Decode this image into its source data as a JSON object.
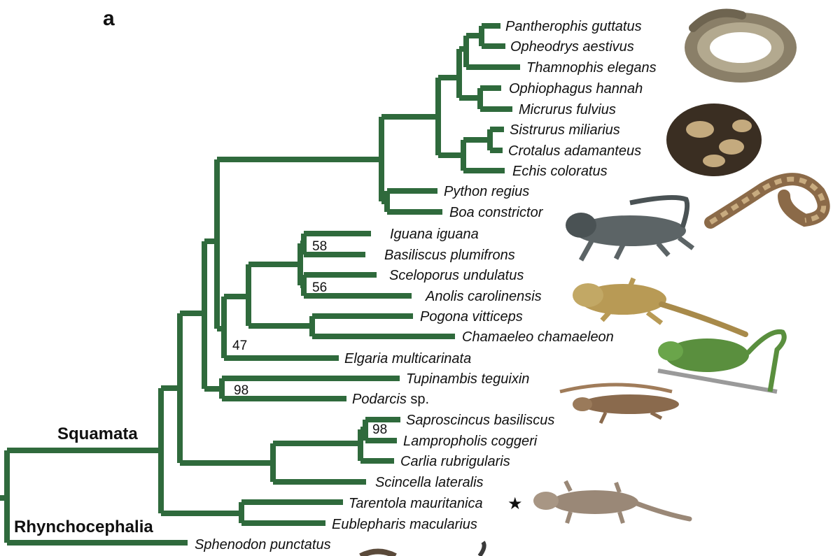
{
  "panel_label": "a",
  "clades": {
    "squamata": "Squamata",
    "rhynchocephalia": "Rhynchocephalia"
  },
  "taxa": [
    "Pantherophis guttatus",
    "Opheodrys aestivus",
    "Thamnophis elegans",
    "Ophiophagus hannah",
    "Micrurus fulvius",
    "Sistrurus miliarius",
    "Crotalus adamanteus",
    "Echis coloratus",
    "Python regius",
    "Boa constrictor",
    "Iguana iguana",
    "Basiliscus plumifrons",
    "Sceloporus undulatus",
    "Anolis carolinensis",
    "Pogona vitticeps",
    "Chamaeleo chamaeleon",
    "Elgaria multicarinata",
    "Tupinambis teguixin",
    "Podarcis",
    "Saproscincus basiliscus",
    "Lampropholis coggeri",
    "Carlia rubrigularis",
    "Scincella lateralis",
    "Tarentola mauritanica",
    "Eublepharis macularius",
    "Sphenodon punctatus"
  ],
  "podarcis_suffix": " sp.",
  "support_values": [
    "58",
    "56",
    "47",
    "98",
    "98"
  ],
  "marker": "★",
  "colors": {
    "branch": "#2f6a3c"
  },
  "images": [
    "corn-snake-photo",
    "ball-python-photo",
    "boa-constrictor-photo",
    "green-iguana-photo",
    "bearded-dragon-photo",
    "chameleon-photo",
    "wall-lizard-photo",
    "gecko-photo"
  ]
}
